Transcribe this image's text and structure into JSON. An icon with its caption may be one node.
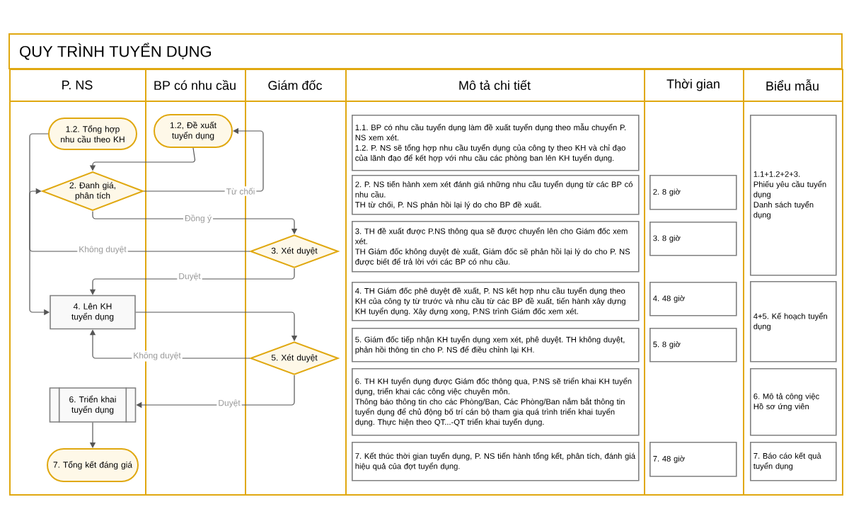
{
  "diagram": {
    "title": "QUY TRÌNH TUYỂN DỤNG",
    "nodes": [
      {
        "text": [
          "P. NS"
        ]
      },
      {
        "text": [
          "BP có nhu cầu"
        ]
      },
      {
        "text": [
          "Giám đốc"
        ]
      },
      {
        "text": [
          "Mô tả chi tiết"
        ]
      },
      {
        "text": [
          "Thời gian"
        ]
      },
      {
        "text": [
          "Biểu mẫu"
        ]
      },
      {
        "text": [
          "1.2. Tổng hợp nhu cầu theo KH"
        ],
        "in": 0
      },
      {
        "text": [
          "1.2, Đề xuất tuyển dụng"
        ],
        "in": 1
      },
      {
        "text": [
          "2. Đanh giá, phân tích"
        ],
        "in": 0
      },
      {
        "text": [
          "3. Xét duyệt"
        ],
        "in": 2
      },
      {
        "text": [
          "4. Lên KH tuyển dụng"
        ],
        "in": 0
      },
      {
        "text": [
          "5. Xét duyệt"
        ],
        "in": 2
      },
      {
        "text": [
          "6. Triển khai tuyển dụng"
        ],
        "in": 0
      },
      {
        "text": [
          "7. Tổng kết đáng giá"
        ],
        "in": 0
      },
      {
        "text": [
          "1.1. BP có nhu cầu tuyển dụng làm đề xuất tuyển dụng theo mẫu chuyển P. NS xem xét.",
          "1.2. P. NS sẽ tổng hợp nhu cầu tuyển dụng của công ty theo KH và chỉ đạo của lãnh đạo để kết hợp với nhu cầu các phòng ban lên KH tuyển dụng."
        ],
        "in": 3
      },
      {
        "text": [
          "2. P. NS tiến hành xem xét đánh giá những nhu cầu tuyển dụng từ các BP có nhu cầu.",
          "TH từ chối, P. NS phản hồi lại lý do cho BP đề xuất."
        ],
        "in": 3
      },
      {
        "text": [
          "3. TH đề xuất được P.NS thông qua sẽ được chuyển lên cho Giám đốc xem xét.",
          "TH Giám đốc không duyệt đè xuất, Giám đốc sẽ phản hồi lại lý do cho P. NS được biết để trả lời với các BP có nhu cầu."
        ],
        "in": 3
      },
      {
        "text": [
          "4. TH Giám đốc phê duyệt đề xuất, P. NS kết hợp nhu cầu tuyển dụng theo KH của công ty từ trước và nhu cầu từ các BP đề xuất, tiến hành xây dựng KH tuyển dụng. Xây dựng xong, P.NS trình Giám đốc xem xét."
        ],
        "in": 3
      },
      {
        "text": [
          "5. Giám đốc tiếp nhận KH tuyển dụng xem xét, phê duyệt. TH không duyệt, phản hồi thông tin cho P. NS để điều chỉnh lại KH."
        ],
        "in": 3
      },
      {
        "text": [
          "6. TH KH tuyển dụng được Giám đốc thông qua, P.NS sẽ triển khai KH tuyển dụng, triển khai các công việc chuyên môn.",
          "Thông báo thông tin cho các Phòng/Ban, Các Phòng/Ban nắm bắt thông tin tuyển dụng để chủ động bố trí cán bộ tham gia quá trình triển khai tuyển dụng. Thực hiện theo QT...-QT triển khai tuyển dụng."
        ],
        "in": 3
      },
      {
        "text": [
          "7. Kết thúc thời gian tuyển dụng, P. NS tiến hành tổng kết, phân tích, đánh giá hiệu quả của đợt tuyển dụng."
        ],
        "in": 3
      },
      {
        "text": [
          "2. 8 giờ"
        ],
        "in": 4
      },
      {
        "text": [
          "3. 8 giờ"
        ],
        "in": 4
      },
      {
        "text": [
          "4. 48 giờ"
        ],
        "in": 4
      },
      {
        "text": [
          "5. 8 giờ"
        ],
        "in": 4
      },
      {
        "text": [
          "7. 48 giờ"
        ],
        "in": 4
      },
      {
        "text": [
          "1.1+1.2+2+3.",
          "Phiếu yêu cầu tuyển dụng",
          "Danh sách tuyển dụng"
        ],
        "in": 5
      },
      {
        "text": [
          "4+5. Kế hoạch tuyển dụng"
        ],
        "in": 5
      },
      {
        "text": [
          "6. Mô tả công việc",
          "Hồ sơ ứng viên"
        ],
        "in": 5
      },
      {
        "text": [
          "7. Báo cáo kết quả tuyển dụng"
        ],
        "in": 5
      }
    ],
    "edges": [
      {
        "from": 6,
        "to": 10,
        "arrow": "to"
      },
      {
        "from": 7,
        "to": 8,
        "arrow": "to"
      },
      {
        "from": 8,
        "to": 7,
        "arrow": "to",
        "label": "Từ chối"
      },
      {
        "from": 8,
        "to": 9,
        "arrow": "to",
        "label": "Đồng ý"
      },
      {
        "from": 9,
        "to": 8,
        "arrow": "to",
        "label": "Không duyệt"
      },
      {
        "from": 9,
        "to": 10,
        "arrow": "to",
        "label": "Duyệt"
      },
      {
        "from": 10,
        "to": 11,
        "arrow": "to"
      },
      {
        "from": 11,
        "to": 10,
        "arrow": "to",
        "label": "Không duyệt"
      },
      {
        "from": 11,
        "to": 12,
        "arrow": "to",
        "label": "Duyệt"
      },
      {
        "from": 12,
        "to": 13,
        "arrow": "to"
      }
    ]
  }
}
